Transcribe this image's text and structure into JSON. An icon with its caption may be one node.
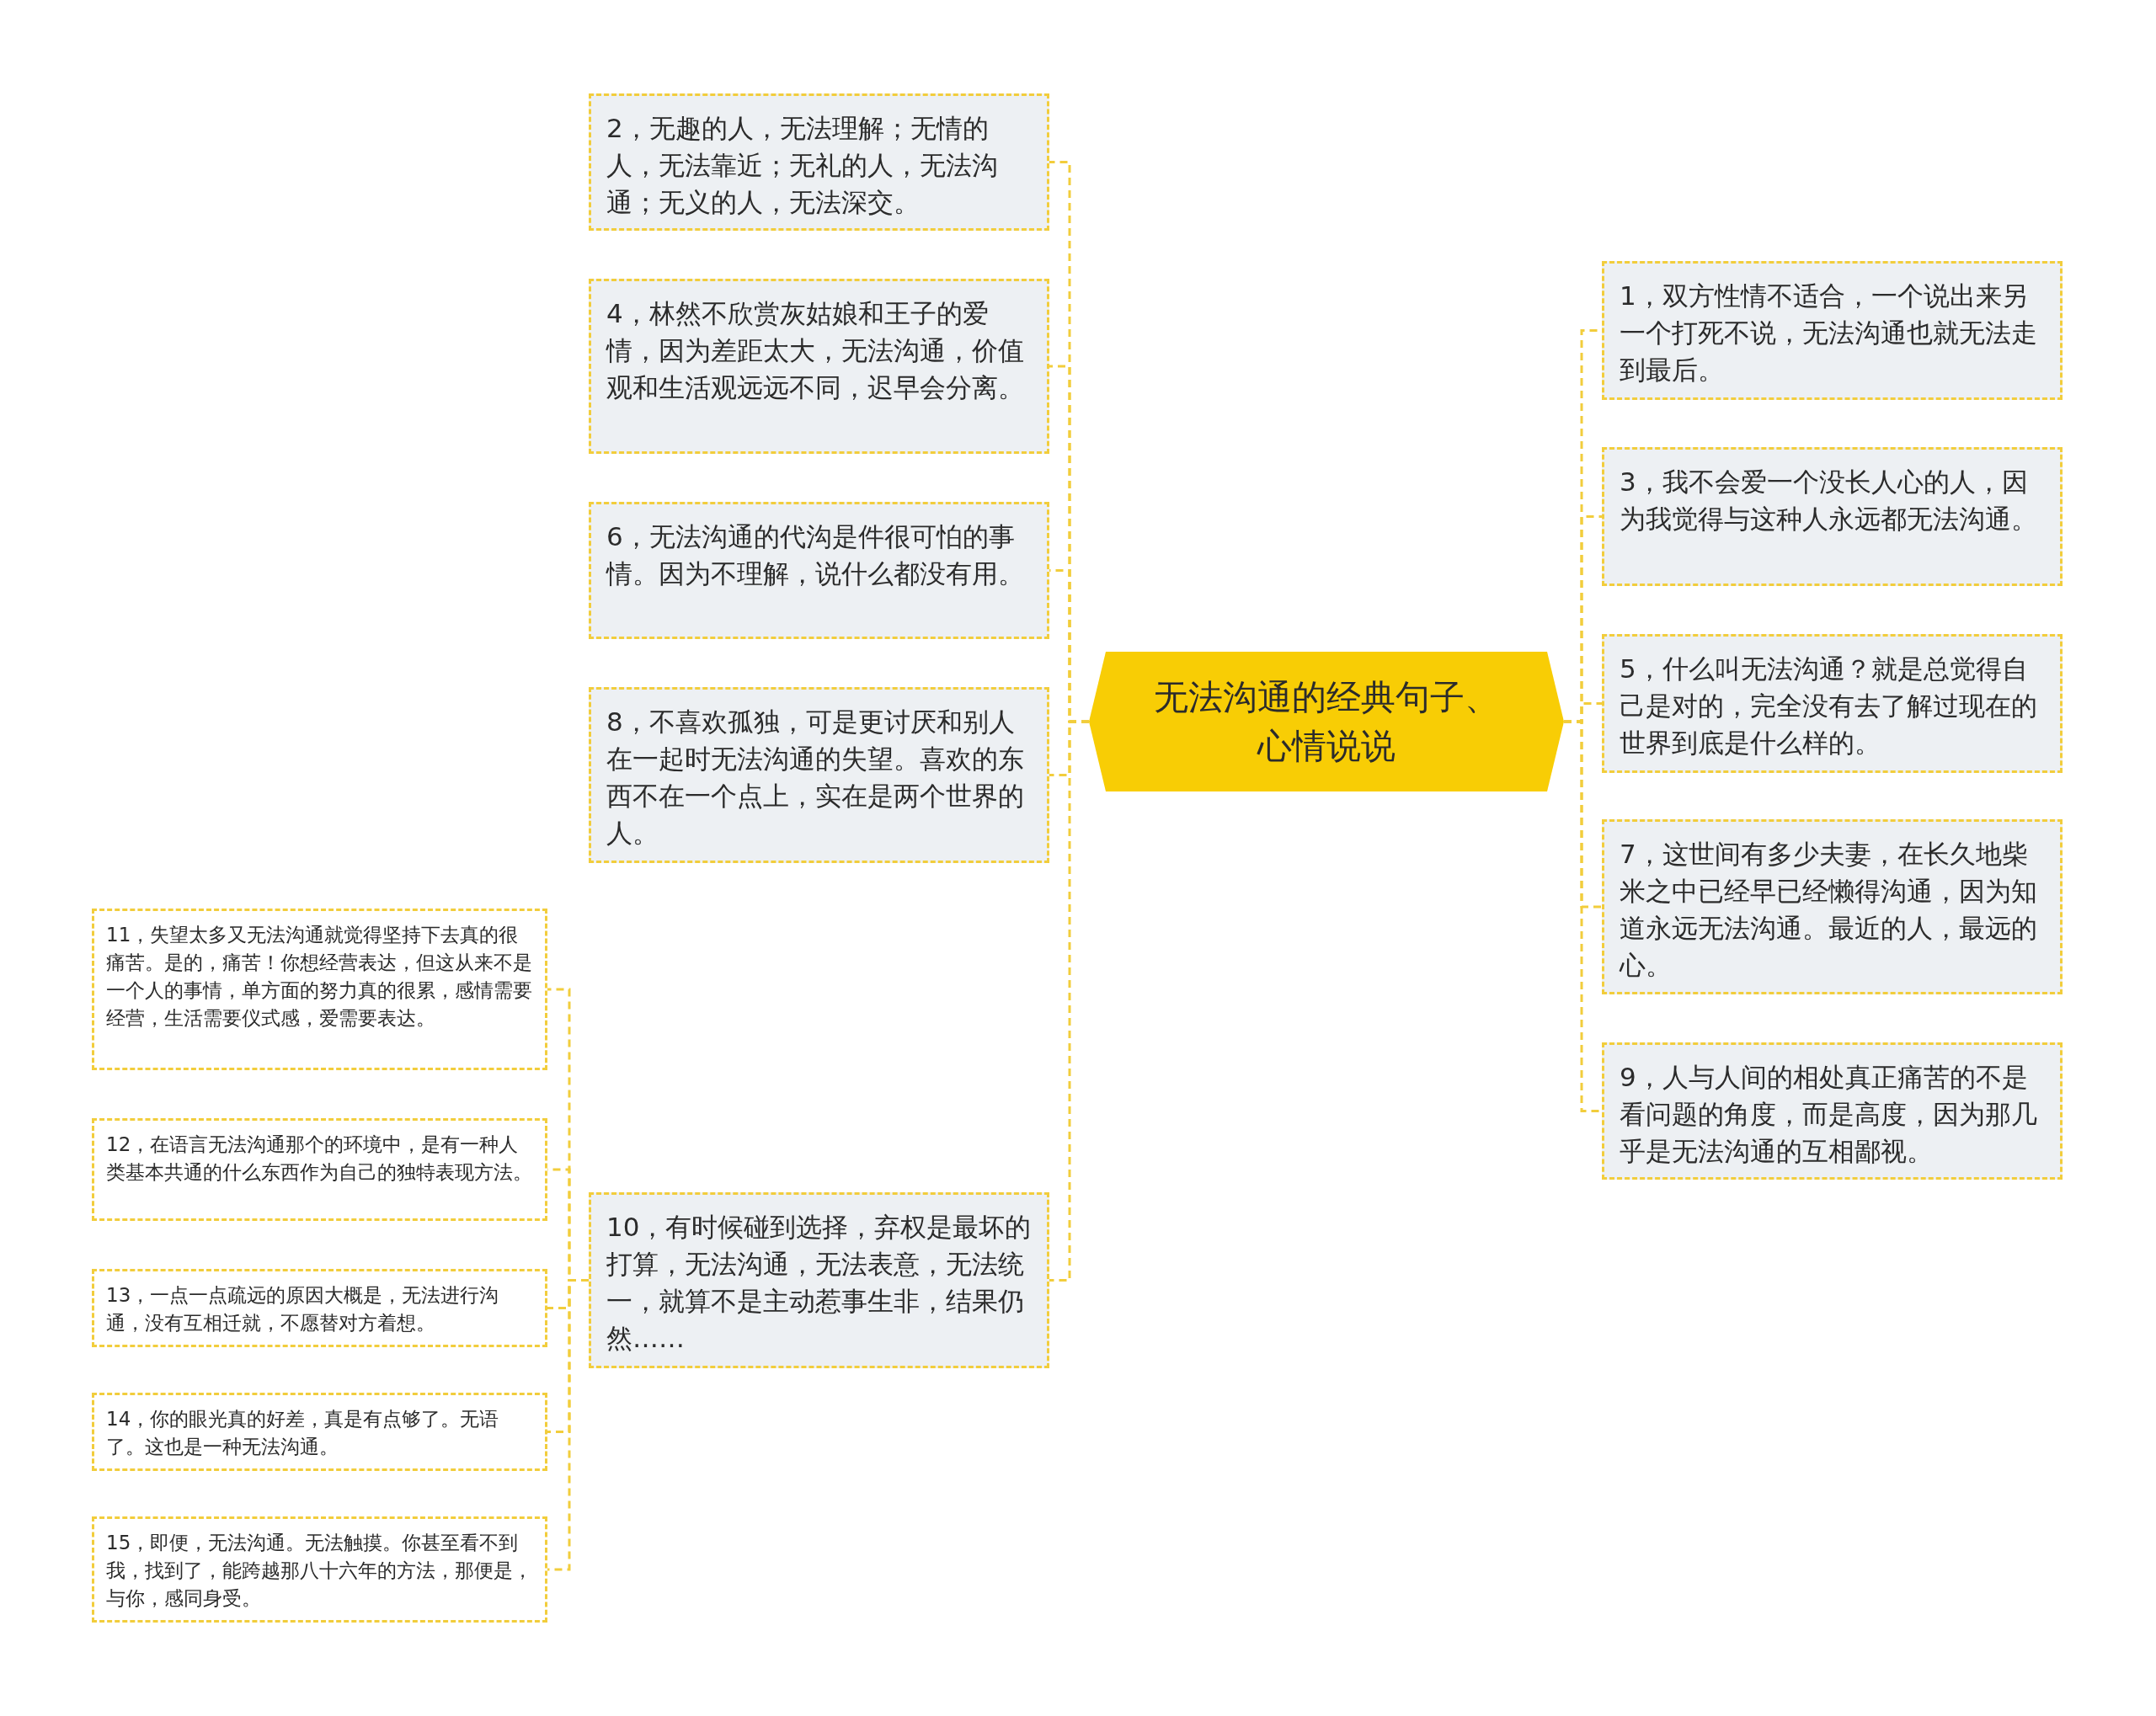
{
  "diagram": {
    "nodes": [
      {
        "text": [
          "无法沟通的经典句子、心情说说"
        ]
      },
      {
        "text": [
          "1，双方性情不适合，一个说出来另一个打死不说，无法沟通也就无法走到最后。"
        ]
      },
      {
        "text": [
          "2，无趣的人，无法理解；无情的人，无法靠近；无礼的人，无法沟通；无义的人，无法深交。"
        ]
      },
      {
        "text": [
          "3，我不会爱一个没长人心的人，因为我觉得与这种人永远都无法沟通。"
        ]
      },
      {
        "text": [
          "4，林然不欣赏灰姑娘和王子的爱情，因为差距太大，无法沟通，价值观和生活观远远不同，迟早会分离。"
        ]
      },
      {
        "text": [
          "5，什么叫无法沟通？就是总觉得自己是对的，完全没有去了解过现在的世界到底是什么样的。"
        ]
      },
      {
        "text": [
          "6，无法沟通的代沟是件很可怕的事情。因为不理解，说什么都没有用。"
        ]
      },
      {
        "text": [
          "7，这世间有多少夫妻，在长久地柴米之中已经早已经懒得沟通，因为知道永远无法沟通。最近的人，最远的心。"
        ]
      },
      {
        "text": [
          "8，不喜欢孤独，可是更讨厌和别人在一起时无法沟通的失望。喜欢的东西不在一个点上，实在是两个世界的人。"
        ]
      },
      {
        "text": [
          "9，人与人间的相处真正痛苦的不是看问题的角度，而是高度，因为那几乎是无法沟通的互相鄙视。"
        ]
      },
      {
        "text": [
          "10，有时候碰到选择，弃权是最坏的打算，无法沟通，无法表意，无法统一，就算不是主动惹事生非，结果仍然……"
        ]
      },
      {
        "text": [
          "11，失望太多又无法沟通就觉得坚持下去真的很痛苦。是的，痛苦！你想经营表达，但这从来不是一个人的事情，单方面的努力真的很累，感情需要经营，生活需要仪式感，爱需要表达。"
        ]
      },
      {
        "text": [
          "12，在语言无法沟通那个的环境中，是有一种人类基本共通的什么东西作为自己的独特表现方法。"
        ]
      },
      {
        "text": [
          "13，一点一点疏远的原因大概是，无法进行沟通，没有互相迁就，不愿替对方着想。"
        ]
      },
      {
        "text": [
          "14，你的眼光真的好差，真是有点够了。无语了。这也是一种无法沟通。"
        ]
      },
      {
        "text": [
          "15，即便，无法沟通。无法触摸。你甚至看不到我，找到了，能跨越那八十六年的方法，那便是，与你，感同身受。"
        ]
      }
    ],
    "edges": [
      {
        "from": 0,
        "to": 1,
        "arrow": "none"
      },
      {
        "from": 0,
        "to": 2,
        "arrow": "none"
      },
      {
        "from": 0,
        "to": 3,
        "arrow": "none"
      },
      {
        "from": 0,
        "to": 4,
        "arrow": "none"
      },
      {
        "from": 0,
        "to": 5,
        "arrow": "none"
      },
      {
        "from": 0,
        "to": 6,
        "arrow": "none"
      },
      {
        "from": 0,
        "to": 7,
        "arrow": "none"
      },
      {
        "from": 0,
        "to": 8,
        "arrow": "none"
      },
      {
        "from": 0,
        "to": 9,
        "arrow": "none"
      },
      {
        "from": 0,
        "to": 10,
        "arrow": "none"
      },
      {
        "from": 10,
        "to": 11,
        "arrow": "none"
      },
      {
        "from": 10,
        "to": 12,
        "arrow": "none"
      },
      {
        "from": 10,
        "to": 13,
        "arrow": "none"
      },
      {
        "from": 10,
        "to": 14,
        "arrow": "none"
      },
      {
        "from": 10,
        "to": 15,
        "arrow": "none"
      }
    ]
  }
}
